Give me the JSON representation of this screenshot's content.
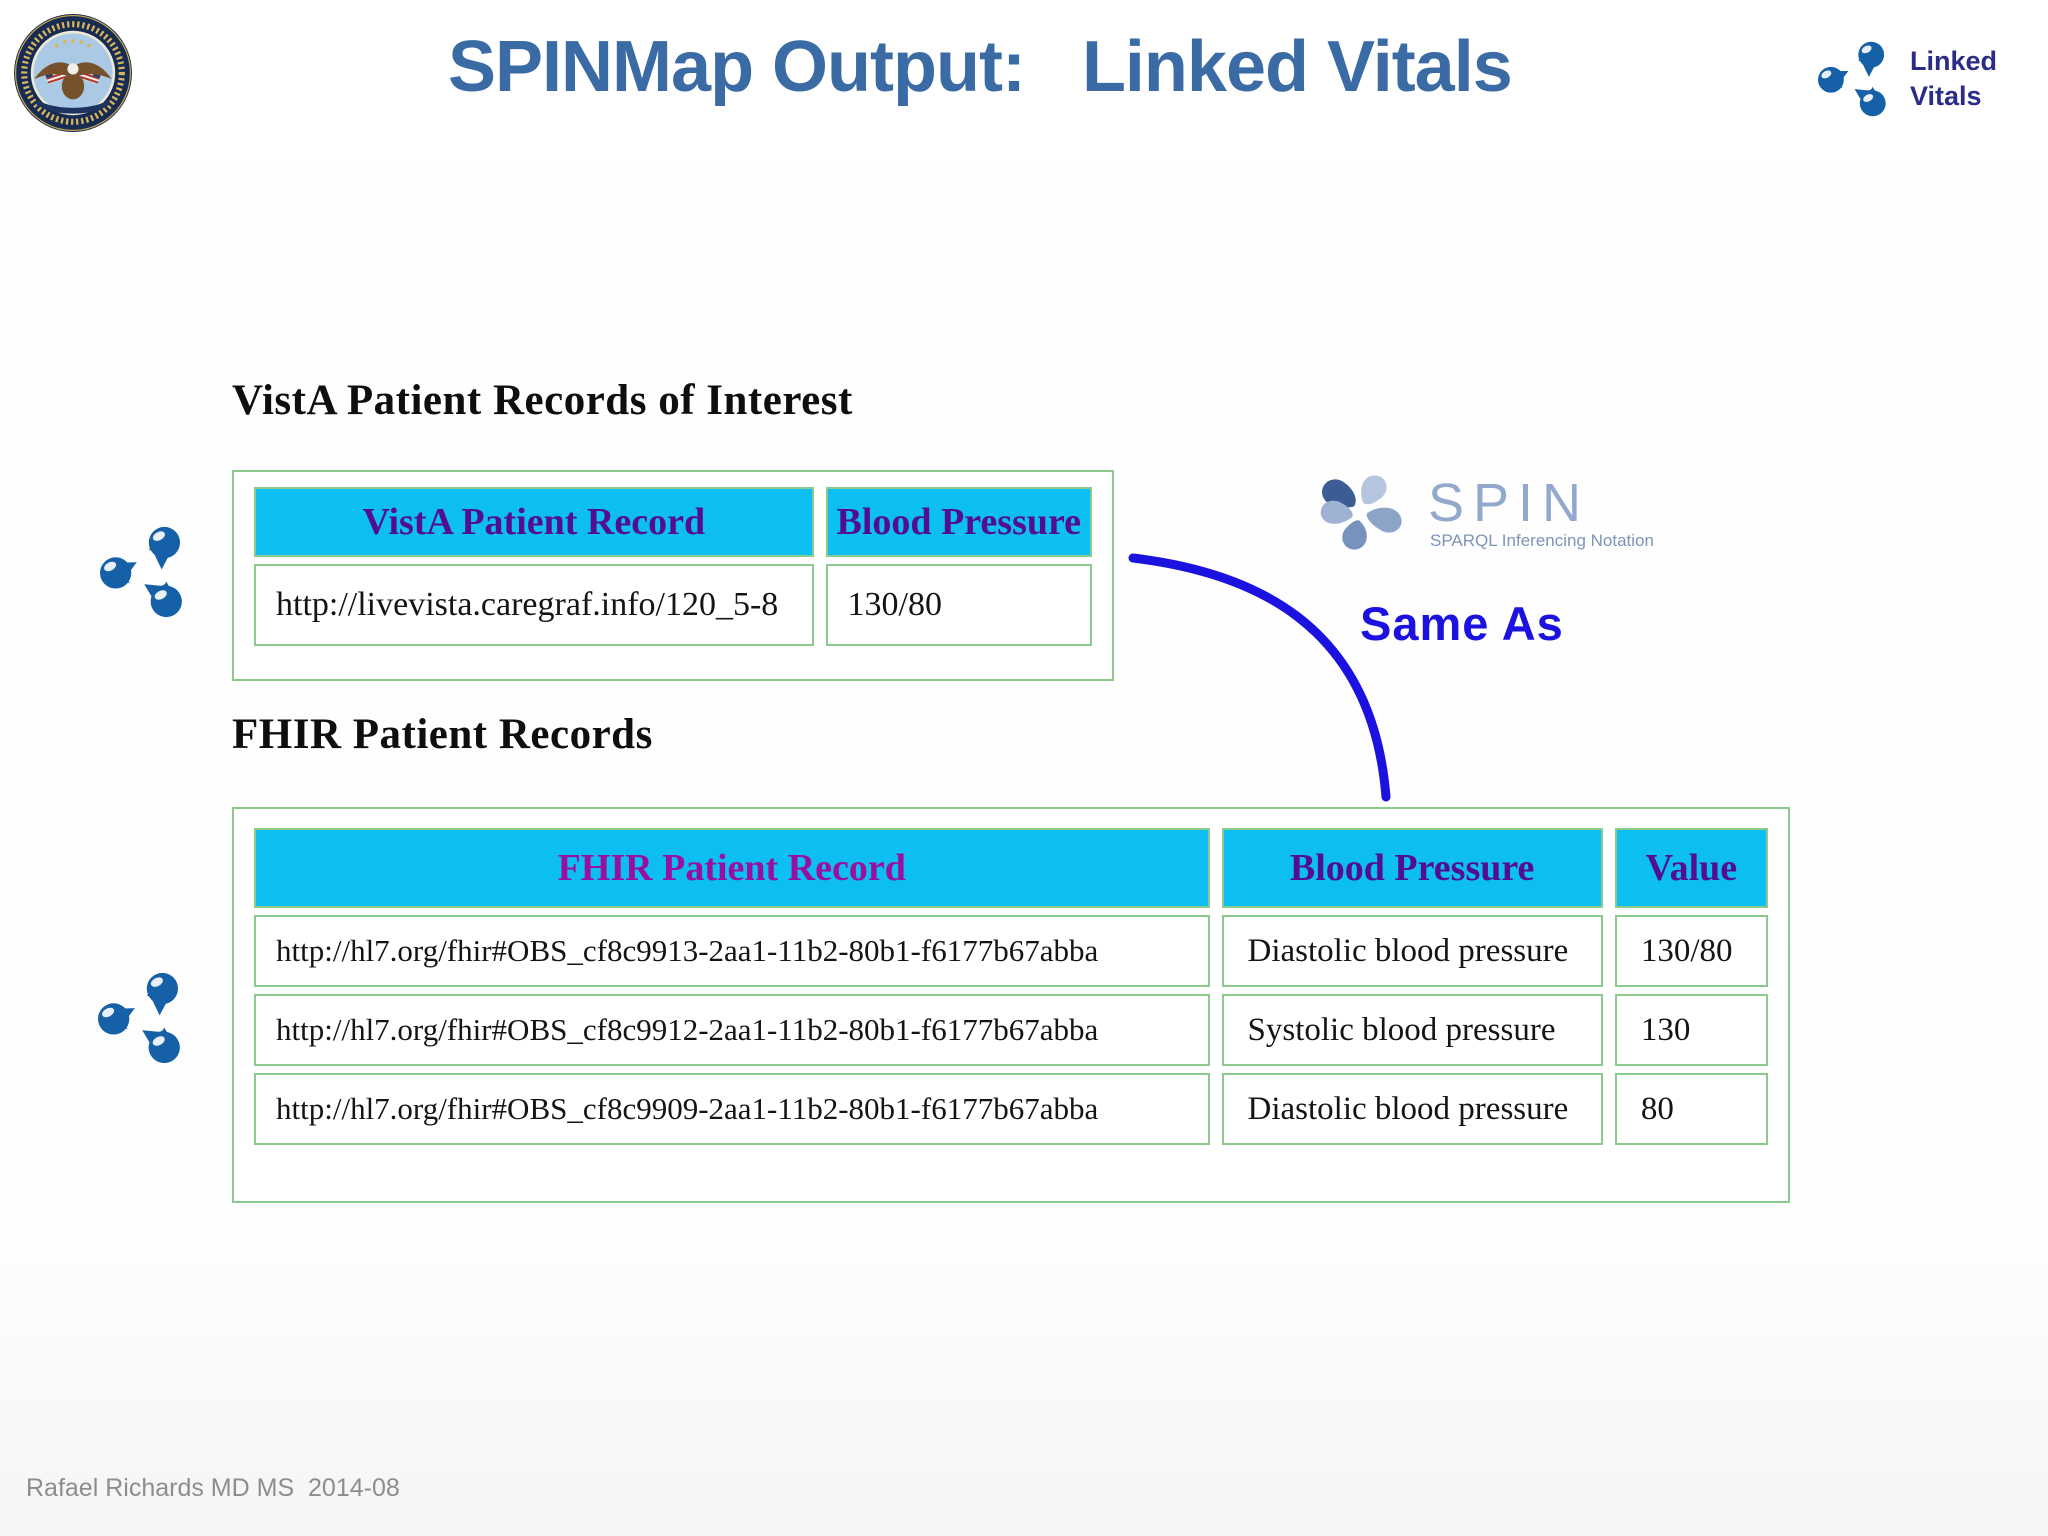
{
  "slide": {
    "title": "SPINMap Output:   Linked Vitals",
    "corner_logo": {
      "line1": "Linked",
      "line2": "Vitals"
    },
    "footer_credit": "Rafael Richards MD MS  2014-08"
  },
  "vista_section": {
    "heading": "VistA Patient Records of Interest",
    "table": {
      "columns": [
        "VistA Patient Record",
        "Blood Pressure"
      ],
      "rows": [
        [
          "http://livevista.caregraf.info/120_5-8",
          "130/80"
        ]
      ]
    }
  },
  "mapping": {
    "label": "Same As",
    "spin_logo_text": "SPIN",
    "spin_logo_subtitle": "SPARQL Inferencing Notation"
  },
  "fhir_section": {
    "heading": "FHIR Patient Records",
    "table": {
      "columns": [
        "FHIR Patient Record",
        "Blood Pressure",
        "Value"
      ],
      "rows": [
        [
          "http://hl7.org/fhir#OBS_cf8c9913-2aa1-11b2-80b1-f6177b67abba",
          "Diastolic blood pressure",
          "130/80"
        ],
        [
          "http://hl7.org/fhir#OBS_cf8c9912-2aa1-11b2-80b1-f6177b67abba",
          "Systolic blood pressure",
          "130"
        ],
        [
          "http://hl7.org/fhir#OBS_cf8c9909-2aa1-11b2-80b1-f6177b67abba",
          "Diastolic blood pressure",
          "80"
        ]
      ]
    }
  },
  "icons": {
    "va_seal": "va-department-of-veterans-affairs-seal",
    "linked_data": "linked-data-molecule",
    "spin_flower": "spin-petal-flower",
    "connector": "same-as-curve"
  },
  "colors": {
    "title_blue": "#3a6ba5",
    "corner_navy": "#2b2c87",
    "table_header_cyan": "#0cbef2",
    "table_border_green": "#8cc98c",
    "header_text_purple": "#530d93",
    "fhir_header_magenta": "#9a0f9d",
    "same_as_blue": "#1b12e0",
    "molecule_blue": "#1660a8",
    "footer_gray": "#8d8d8d"
  }
}
